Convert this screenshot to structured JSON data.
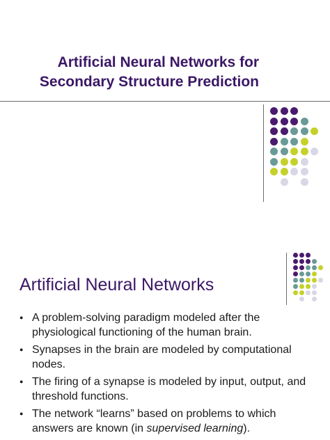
{
  "slide1": {
    "title_line1": "Artificial Neural Networks for",
    "title_line2": "Secondary Structure Prediction",
    "decoration_colors": [
      "#4a1a6e",
      "#6a9a98",
      "#c5d12a",
      "#d8d7e6"
    ]
  },
  "slide2": {
    "title": "Artificial Neural Networks",
    "bullets": [
      {
        "text": "A problem-solving paradigm modeled after the physiological functioning of the human brain."
      },
      {
        "text": "Synapses in the brain are modeled by computational nodes."
      },
      {
        "text": "The firing of a synapse is modeled by input, output, and threshold functions."
      },
      {
        "text_before": "The network “learns” based on problems to which answers are known (in ",
        "text_italic": "supervised learning",
        "text_after": ")."
      }
    ]
  }
}
